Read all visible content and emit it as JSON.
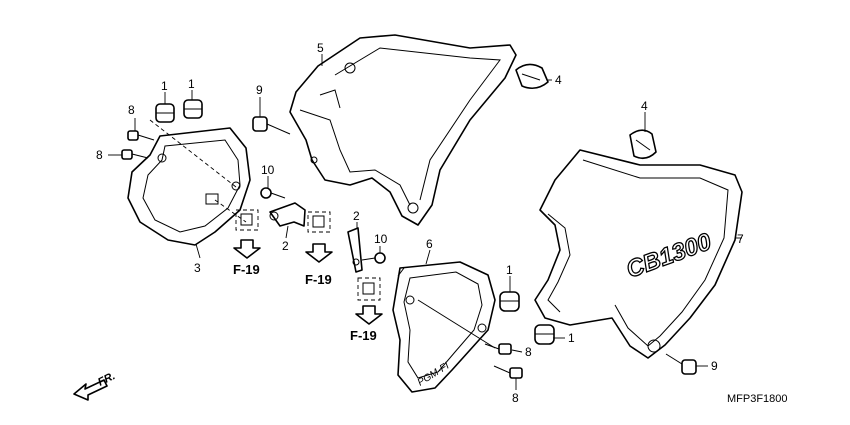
{
  "callouts": [
    "1",
    "1",
    "1",
    "1",
    "2",
    "2",
    "3",
    "4",
    "4",
    "5",
    "6",
    "7",
    "8",
    "8",
    "8",
    "8",
    "9",
    "9",
    "10",
    "10"
  ],
  "references": [
    "F-19",
    "F-19",
    "F-19"
  ],
  "emblems": {
    "cover_badge": "CB1300",
    "panel_badge": "PGM-FI"
  },
  "front_arrow": "FR.",
  "diagram_code": "MFP3F1800"
}
